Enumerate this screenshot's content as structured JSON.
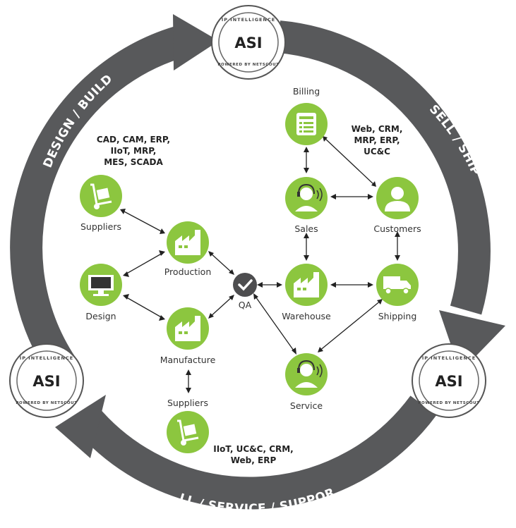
{
  "ring": {
    "labels": {
      "design_build": "DESIGN / BUILD",
      "sell_ship": "SELL / SHIP",
      "bill_service_support": "BILL / SERVICE / SUPPORT"
    },
    "color": "#58595b"
  },
  "badge": {
    "top_text": "IP INTELLIGENCE",
    "main_text": "ASI",
    "bottom_text": "POWERED BY NETSCOUT"
  },
  "colors": {
    "node_green": "#8cc63f",
    "qa_dark": "#4d4d4f",
    "arrow": "#222222"
  },
  "nodes": {
    "billing": {
      "label": "Billing",
      "icon": "billing-icon"
    },
    "sales": {
      "label": "Sales",
      "icon": "headset-agent-icon"
    },
    "customers": {
      "label": "Customers",
      "icon": "person-icon"
    },
    "suppliers_top": {
      "label": "Suppliers",
      "icon": "hand-truck-icon"
    },
    "production": {
      "label": "Production",
      "icon": "factory-icon"
    },
    "design": {
      "label": "Design",
      "icon": "monitor-icon"
    },
    "qa": {
      "label": "QA",
      "icon": "checkmark-icon"
    },
    "warehouse": {
      "label": "Warehouse",
      "icon": "factory-icon"
    },
    "shipping": {
      "label": "Shipping",
      "icon": "truck-icon"
    },
    "manufacture": {
      "label": "Manufacture",
      "icon": "factory-icon"
    },
    "service": {
      "label": "Service",
      "icon": "headset-agent-icon"
    },
    "suppliers_bottom": {
      "label": "Suppliers",
      "icon": "hand-truck-icon"
    }
  },
  "notes": {
    "top_left": [
      "CAD, CAM, ERP,",
      "IIoT, MRP,",
      "MES, SCADA"
    ],
    "top_right": [
      "Web, CRM,",
      "MRP, ERP,",
      "UC&C"
    ],
    "bottom": [
      "IIoT, UC&C, CRM,",
      "Web, ERP"
    ]
  }
}
